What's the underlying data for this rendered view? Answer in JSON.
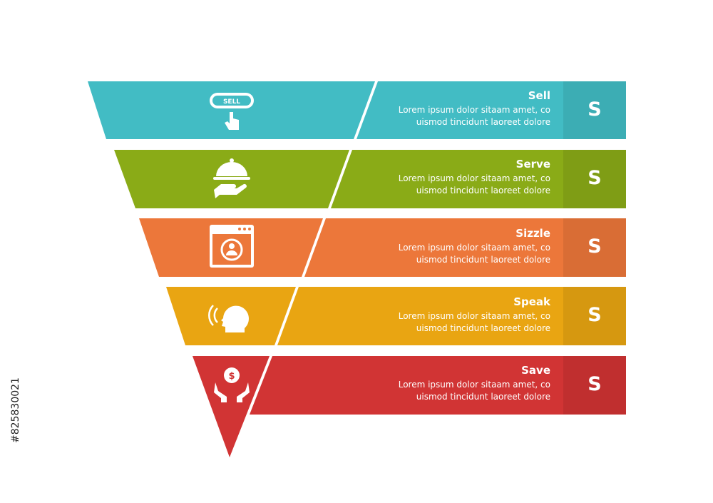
{
  "colors": {
    "background": "#ffffff",
    "teal": "#42bcc4",
    "green": "#8aab17",
    "orange": "#ec773a",
    "amber": "#e9a512",
    "red": "#d13434"
  },
  "steps": [
    {
      "title": "Sell",
      "body_line1": "Lorem ipsum dolor sitaam amet, co",
      "body_line2": "uismod tincidunt laoreet dolore",
      "letter": "S",
      "icon": "sell-button-icon",
      "icon_text": "SELL"
    },
    {
      "title": "Serve",
      "body_line1": "Lorem ipsum dolor sitaam amet, co",
      "body_line2": "uismod tincidunt laoreet dolore",
      "letter": "S",
      "icon": "serving-tray-icon"
    },
    {
      "title": "Sizzle",
      "body_line1": "Lorem ipsum dolor sitaam amet, co",
      "body_line2": "uismod tincidunt laoreet dolore",
      "letter": "S",
      "icon": "browser-profile-icon"
    },
    {
      "title": "Speak",
      "body_line1": "Lorem ipsum dolor sitaam amet, co",
      "body_line2": "uismod tincidunt laoreet dolore",
      "letter": "S",
      "icon": "speaking-head-icon"
    },
    {
      "title": "Save",
      "body_line1": "Lorem ipsum dolor sitaam amet, co",
      "body_line2": "uismod tincidunt laoreet dolore",
      "letter": "S",
      "icon": "hands-coin-icon"
    }
  ],
  "stock_id": "#825830021"
}
